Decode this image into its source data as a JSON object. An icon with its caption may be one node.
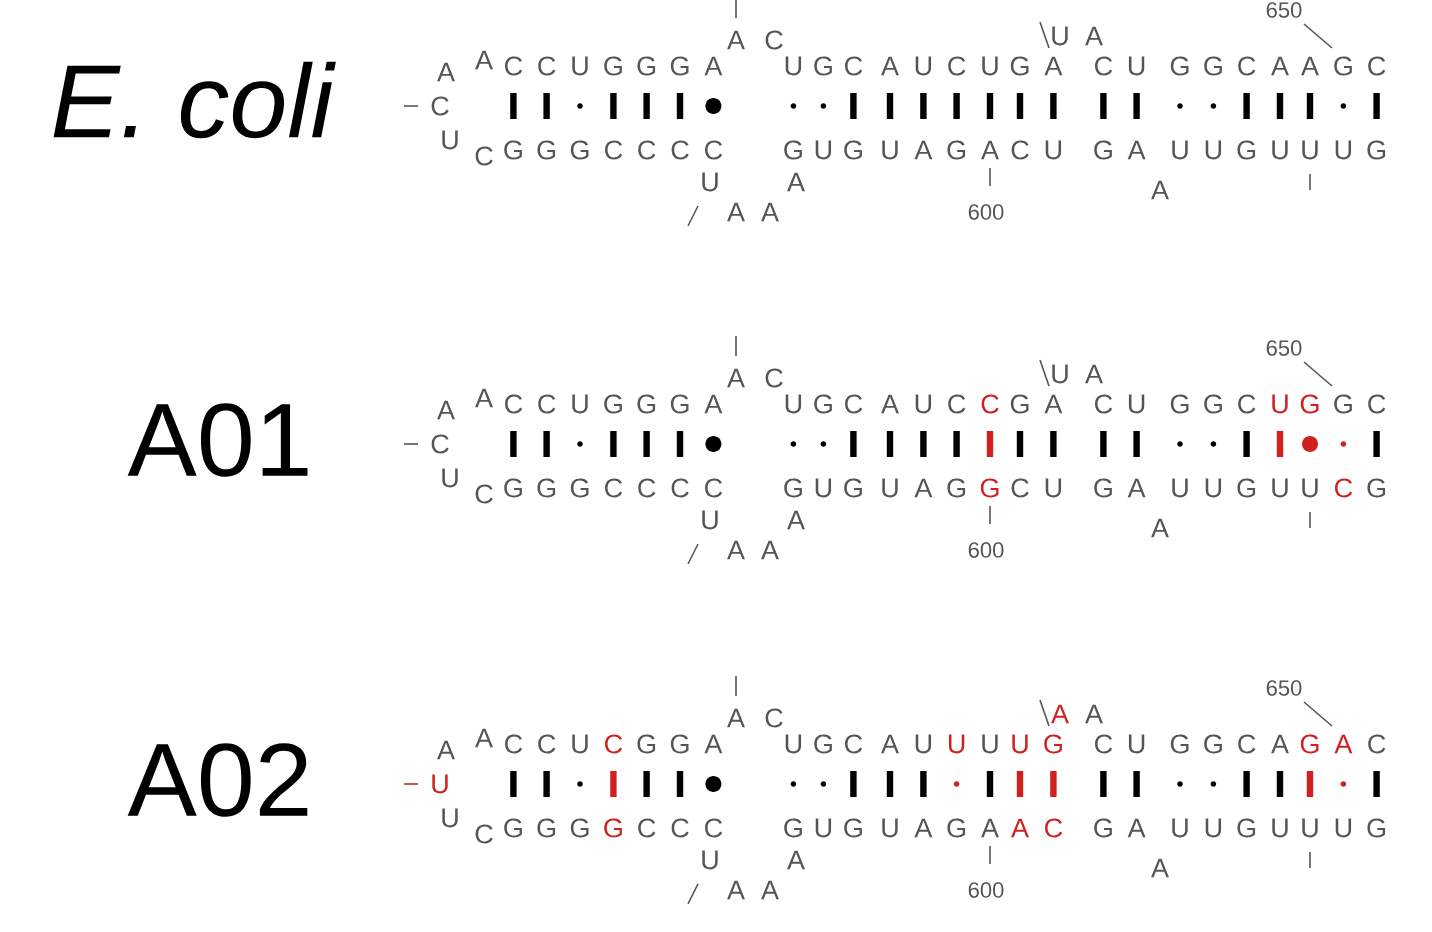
{
  "diagram": {
    "labels": [
      "E. coli",
      "650",
      "A",
      "C",
      "U",
      "A",
      "A",
      "A",
      "C",
      "U",
      "C",
      "C",
      "C",
      "U",
      "G",
      "G",
      "G",
      "A",
      "U",
      "G",
      "C",
      "A",
      "U",
      "C",
      "U",
      "G",
      "A",
      "C",
      "U",
      "G",
      "G",
      "C",
      "A",
      "A",
      "G",
      "C",
      "G",
      "G",
      "G",
      "C",
      "C",
      "C",
      "C",
      "G",
      "U",
      "G",
      "U",
      "A",
      "G",
      "A",
      "C",
      "U",
      "G",
      "A",
      "U",
      "U",
      "G",
      "U",
      "U",
      "U",
      "G",
      "U",
      "A",
      "A",
      "A",
      "A",
      "600",
      "A01",
      "650",
      "A",
      "C",
      "U",
      "A",
      "A",
      "A",
      "C",
      "U",
      "C",
      "C",
      "C",
      "U",
      "G",
      "G",
      "G",
      "A",
      "U",
      "G",
      "C",
      "A",
      "U",
      "C",
      "C",
      "G",
      "A",
      "C",
      "U",
      "G",
      "G",
      "C",
      "U",
      "G",
      "G",
      "C",
      "G",
      "G",
      "G",
      "C",
      "C",
      "C",
      "C",
      "G",
      "U",
      "G",
      "U",
      "A",
      "G",
      "G",
      "C",
      "U",
      "G",
      "A",
      "U",
      "U",
      "G",
      "U",
      "U",
      "C",
      "G",
      "U",
      "A",
      "A",
      "A",
      "A",
      "600",
      "A02",
      "650",
      "A",
      "C",
      "A",
      "A",
      "A",
      "A",
      "U",
      "U",
      "C",
      "C",
      "C",
      "U",
      "C",
      "G",
      "G",
      "A",
      "U",
      "G",
      "C",
      "A",
      "U",
      "U",
      "U",
      "U",
      "G",
      "C",
      "U",
      "G",
      "G",
      "C",
      "A",
      "G",
      "A",
      "C",
      "G",
      "G",
      "G",
      "G",
      "C",
      "C",
      "C",
      "G",
      "U",
      "G",
      "U",
      "A",
      "G",
      "A",
      "A",
      "C",
      "G",
      "A",
      "U",
      "U",
      "G",
      "U",
      "U",
      "U",
      "G",
      "U",
      "A",
      "A",
      "A",
      "A",
      "600"
    ]
  }
}
